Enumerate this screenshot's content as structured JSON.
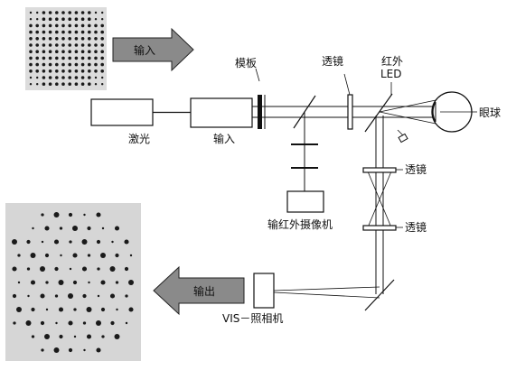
{
  "labels": {
    "input_arrow": "输入",
    "template": "模板",
    "lens_top": "透镜",
    "red_infrared": "红外",
    "led": "LED",
    "eyeball": "眼球",
    "laser": "激光",
    "input_box": "输入",
    "ir_camera": "输红外摄像机",
    "lens_mid": "透镜",
    "lens_low": "透镜",
    "output_arrow": "输出",
    "vis_camera": "VIS－照相机"
  },
  "colors": {
    "line": "#111111",
    "arrow_fill": "#8a8a8a",
    "pattern_bg": "#d9d9d9",
    "dot": "#1a1a1a"
  }
}
